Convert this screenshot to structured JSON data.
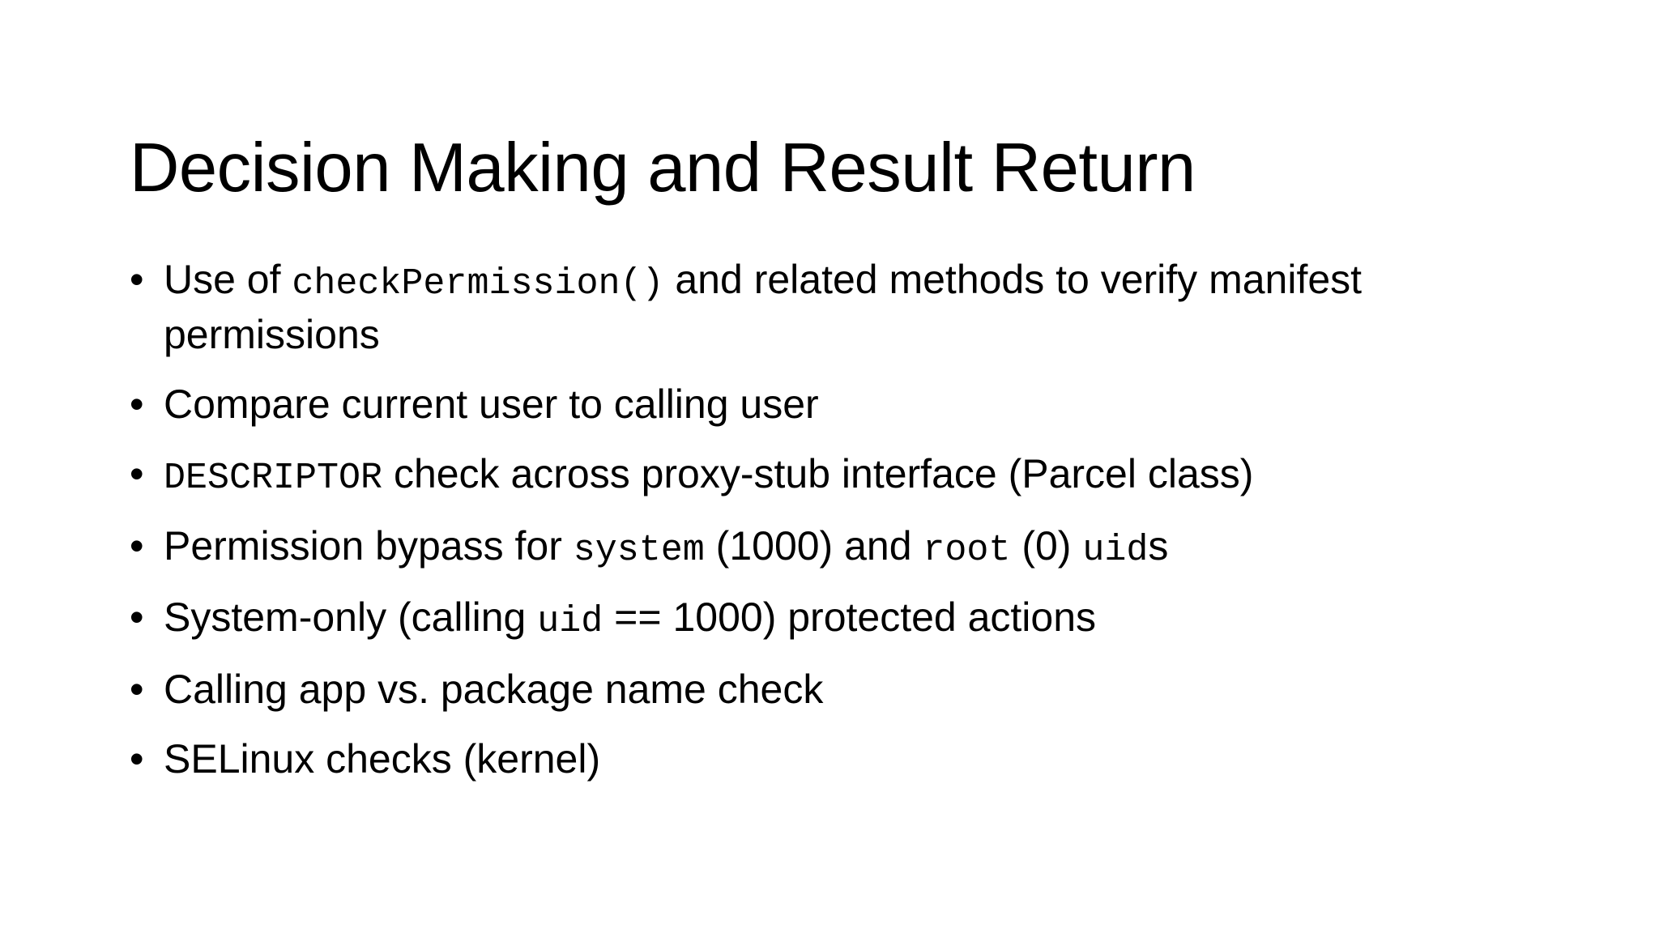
{
  "slide": {
    "title": "Decision Making and Result Return",
    "background_color": "#ffffff",
    "text_color": "#000000",
    "bullet_glyph": "•",
    "bullets": [
      {
        "id": "check-permission",
        "plain_text": "Use of checkPermission()  and related methods to verify manifest permissions",
        "runs": [
          {
            "text": "Use of ",
            "style": "sans"
          },
          {
            "text": "checkPermission()",
            "style": "mono"
          },
          {
            "text": "  and related methods to verify manifest permissions",
            "style": "sans"
          }
        ]
      },
      {
        "id": "compare-user",
        "plain_text": "Compare current user to calling user",
        "runs": [
          {
            "text": "Compare current user to calling user",
            "style": "sans"
          }
        ]
      },
      {
        "id": "descriptor-check",
        "plain_text": "DESCRIPTOR check across proxy-stub interface (Parcel class)",
        "runs": [
          {
            "text": "DESCRIPTOR",
            "style": "mono"
          },
          {
            "text": " check across proxy-stub interface (Parcel class)",
            "style": "sans"
          }
        ]
      },
      {
        "id": "permission-bypass",
        "plain_text": "Permission bypass for system (1000) and root (0) uids",
        "runs": [
          {
            "text": "Permission bypass for ",
            "style": "sans"
          },
          {
            "text": "system",
            "style": "mono"
          },
          {
            "text": " (1000) and ",
            "style": "sans"
          },
          {
            "text": "root",
            "style": "mono"
          },
          {
            "text": " (0) ",
            "style": "sans"
          },
          {
            "text": "uid",
            "style": "mono"
          },
          {
            "text": "s",
            "style": "sans"
          }
        ]
      },
      {
        "id": "system-only",
        "plain_text": "System-only (calling uid == 1000) protected actions",
        "runs": [
          {
            "text": "System-only (calling ",
            "style": "sans"
          },
          {
            "text": "uid",
            "style": "mono"
          },
          {
            "text": " == 1000) protected actions",
            "style": "sans"
          }
        ]
      },
      {
        "id": "calling-app-package",
        "plain_text": "Calling app vs. package name check",
        "runs": [
          {
            "text": "Calling app vs. package name check",
            "style": "sans"
          }
        ]
      },
      {
        "id": "selinux-checks",
        "plain_text": "SELinux checks (kernel)",
        "runs": [
          {
            "text": "SELinux checks (kernel)",
            "style": "sans"
          }
        ]
      }
    ]
  }
}
